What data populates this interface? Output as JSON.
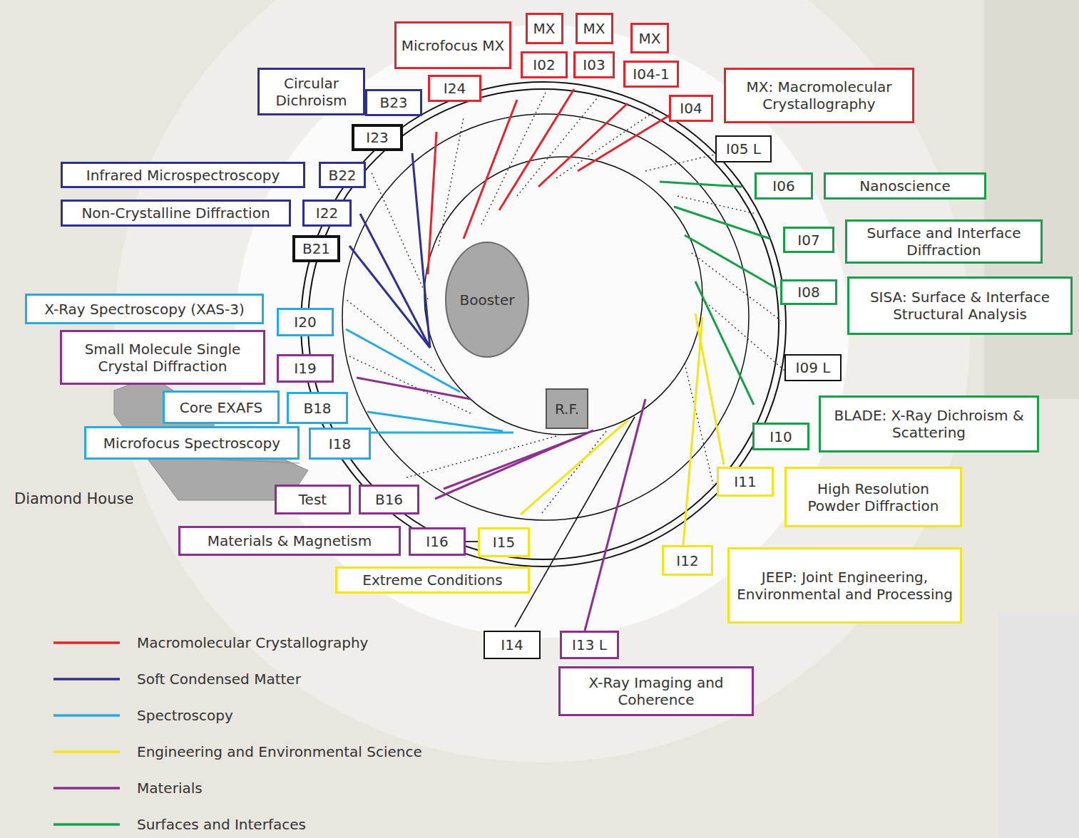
{
  "diagram": {
    "nodes": [
      {
        "text": [
          "Microfocus MX"
        ]
      },
      {
        "text": [
          "MX"
        ]
      },
      {
        "text": [
          "MX"
        ]
      },
      {
        "text": [
          "MX"
        ]
      },
      {
        "text": [
          "I02"
        ]
      },
      {
        "text": [
          "I03"
        ]
      },
      {
        "text": [
          "I04-1"
        ]
      },
      {
        "text": [
          "I24"
        ]
      },
      {
        "text": [
          "MX: Macromolecular Crystallography"
        ]
      },
      {
        "text": [
          "Circular Dichroism"
        ]
      },
      {
        "text": [
          "B23"
        ]
      },
      {
        "text": [
          "I04"
        ]
      },
      {
        "text": [
          "I23"
        ]
      },
      {
        "text": [
          "I05 L"
        ]
      },
      {
        "text": [
          "Infrared Microspectroscopy"
        ]
      },
      {
        "text": [
          "B22"
        ]
      },
      {
        "text": [
          "I06"
        ]
      },
      {
        "text": [
          "Nanoscience"
        ]
      },
      {
        "text": [
          "Non-Crystalline Diffraction"
        ]
      },
      {
        "text": [
          "I22"
        ]
      },
      {
        "text": [
          "I07"
        ]
      },
      {
        "text": [
          "Surface and Interface Diffraction"
        ]
      },
      {
        "text": [
          "B21"
        ]
      },
      {
        "text": [
          "I08"
        ]
      },
      {
        "text": [
          "SISA: Surface & Interface Structural Analysis"
        ]
      },
      {
        "text": [
          "X-Ray Spectroscopy (XAS-3)"
        ]
      },
      {
        "text": [
          "Booster"
        ]
      },
      {
        "text": [
          "I20"
        ]
      },
      {
        "text": [
          "Small Molecule Single Crystal Diffraction"
        ]
      },
      {
        "text": [
          "I19"
        ]
      },
      {
        "text": [
          "I09 L"
        ]
      },
      {
        "text": [
          "Core EXAFS"
        ]
      },
      {
        "text": [
          "B18"
        ]
      },
      {
        "text": [
          "R.F."
        ]
      },
      {
        "text": [
          "BLADE: X-Ray Dichroism & Scattering"
        ]
      },
      {
        "text": [
          "Microfocus Spectroscopy"
        ]
      },
      {
        "text": [
          "I18"
        ]
      },
      {
        "text": [
          "I10"
        ]
      },
      {
        "text": [
          "I11"
        ]
      },
      {
        "text": [
          "High Resolution Powder Diffraction"
        ]
      },
      {
        "text": [
          "Test"
        ]
      },
      {
        "text": [
          "B16"
        ]
      },
      {
        "text": [
          "Materials & Magnetism"
        ]
      },
      {
        "text": [
          "I16"
        ]
      },
      {
        "text": [
          "I15"
        ]
      },
      {
        "text": [
          "I12"
        ]
      },
      {
        "text": [
          "JEEP: Joint Engineering, Environmental and Processing"
        ]
      },
      {
        "text": [
          "Extreme Conditions"
        ]
      },
      {
        "text": [
          "I14"
        ]
      },
      {
        "text": [
          "I13 L"
        ]
      },
      {
        "text": [
          "X-Ray Imaging and Coherence"
        ]
      }
    ],
    "edges": [
      {
        "from": 43,
        "to": 44,
        "arrow": "none"
      }
    ],
    "labels": [
      "Diamond House"
    ],
    "legend": [
      {
        "text": "Macromolecular Crystallography",
        "color": "#e3262d"
      },
      {
        "text": "Soft Condensed Matter",
        "color": "#2e3192"
      },
      {
        "text": "Spectroscopy",
        "color": "#27aae1"
      },
      {
        "text": "Engineering and Environmental Science",
        "color": "#f3e51a"
      },
      {
        "text": "Materials",
        "color": "#8e2f8f"
      },
      {
        "text": "Surfaces and Interfaces",
        "color": "#15a049"
      }
    ]
  }
}
